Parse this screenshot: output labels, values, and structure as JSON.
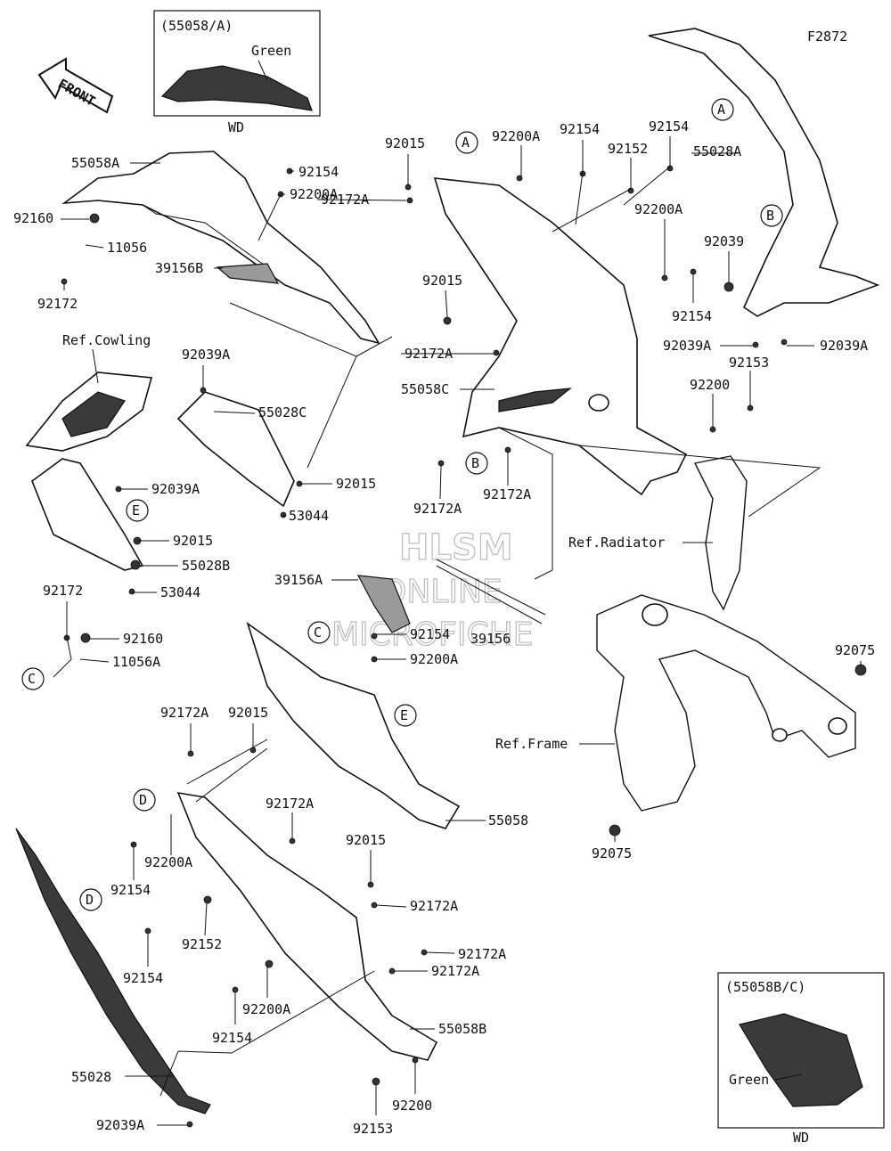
{
  "figure_code": "F2872",
  "front_arrow": "FRONT",
  "watermark": {
    "line1": "HLSM",
    "line2": "ONLINE",
    "line3": "MICROFICHE"
  },
  "inset_a": {
    "title": "(55058/A)",
    "color": "Green",
    "model": "WD"
  },
  "inset_b": {
    "title": "(55058B/C)",
    "color": "Green",
    "model": "WD"
  },
  "ref_labels": {
    "cowling": "Ref.Cowling",
    "radiator": "Ref.Radiator",
    "frame": "Ref.Frame"
  },
  "letters": {
    "A": "A",
    "B": "B",
    "C": "C",
    "D": "D",
    "E": "E"
  },
  "parts": {
    "p55058A": "55058A",
    "p92154": "92154",
    "p92200A": "92200A",
    "p92160": "92160",
    "p11056": "11056",
    "p39156B": "39156B",
    "p92172": "92172",
    "p92039A": "92039A",
    "p55028C": "55028C",
    "p92015": "92015",
    "p53044": "53044",
    "p55028B": "55028B",
    "p11056A": "11056A",
    "p92172A": "92172A",
    "p92152": "92152",
    "p55028A": "55028A",
    "p92039": "92039",
    "p92153": "92153",
    "p92200": "92200",
    "p55058C": "55058C",
    "p39156A": "39156A",
    "p39156": "39156",
    "p92075": "92075",
    "p55058": "55058",
    "p55058B": "55058B",
    "p55028": "55028"
  }
}
